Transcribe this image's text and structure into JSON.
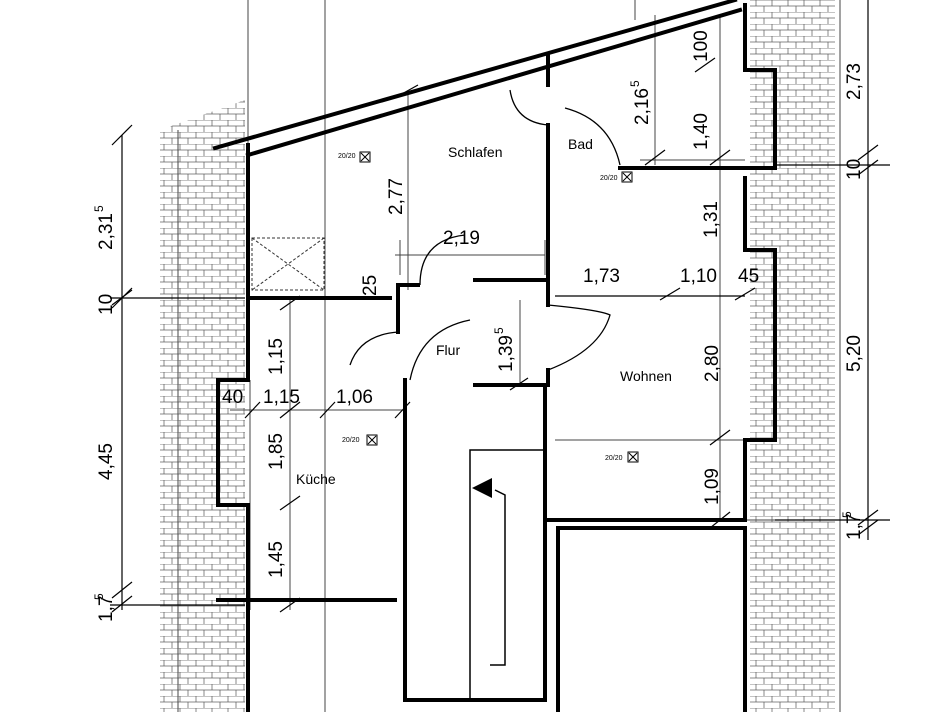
{
  "rooms": {
    "schlafen": "Schlafen",
    "bad": "Bad",
    "flur": "Flur",
    "wohnen": "Wohnen",
    "kueche": "Küche"
  },
  "vents": {
    "schlafen": "20/20",
    "bad": "20/20",
    "wohnen": "20/20",
    "kueche": "20/20"
  },
  "dimensions": {
    "left_2_31": "2,31",
    "left_2_31_sup": "5",
    "left_10": "10",
    "left_4_45": "4,45",
    "left_1_7": "1,7",
    "left_1_7_sup": "5",
    "right_2_73": "2,73",
    "right_10": "10",
    "right_5_20": "5,20",
    "right_1_7": "1,7",
    "right_1_7_sup": "5",
    "d_100": "100",
    "d_1_40": "1,40",
    "d_2_16": "2,16",
    "d_2_16_sup": "5",
    "d_1_31": "1,31",
    "d_2_77": "2,77",
    "d_2_19": "2,19",
    "d_25": "25",
    "d_1_73": "1,73",
    "d_1_10": "1,10",
    "d_45": "45",
    "d_1_39": "1,39",
    "d_1_39_sup": "5",
    "d_2_80": "2,80",
    "d_1_15_v": "1,15",
    "d_40": "40",
    "d_1_15_h": "1,15",
    "d_1_06": "1,06",
    "d_1_85": "1,85",
    "d_1_09": "1,09",
    "d_1_45": "1,45"
  }
}
